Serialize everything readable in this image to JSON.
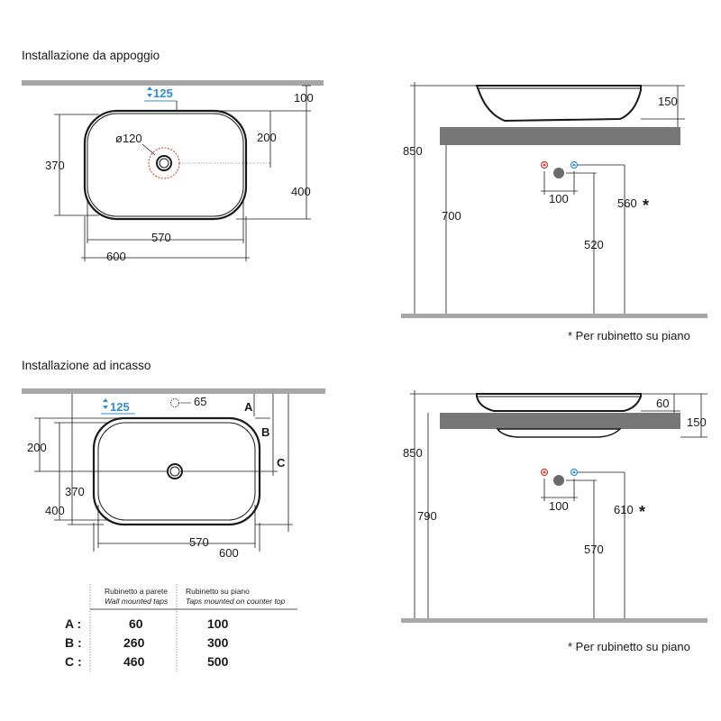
{
  "sections": {
    "top_title": "Installazione da appoggio",
    "bottom_title": "Installazione ad incasso"
  },
  "top_plan": {
    "tap_label": "125",
    "hole_label": "ø120",
    "d100": "100",
    "d200": "200",
    "d370": "370",
    "d400": "400",
    "d570": "570",
    "d600": "600"
  },
  "top_side": {
    "d850": "850",
    "d150": "150",
    "d700": "700",
    "d100": "100",
    "d560": "560",
    "d520": "520",
    "star": "*",
    "note": "* Per rubinetto su piano"
  },
  "bottom_plan": {
    "tap_label": "125",
    "d65": "65",
    "A": "A",
    "B": "B",
    "C": "C",
    "d200": "200",
    "d370": "370",
    "d400": "400",
    "d570": "570",
    "d600": "600"
  },
  "bottom_side": {
    "d850": "850",
    "d60": "60",
    "d150": "150",
    "d790": "790",
    "d100": "100",
    "d610": "610",
    "d570": "570",
    "star": "*",
    "note": "* Per rubinetto su piano"
  },
  "table": {
    "col1_title": "Rubinetto a parete",
    "col1_sub": "Wall mounted taps",
    "col2_title": "Rubinetto su piano",
    "col2_sub": "Taps mounted on counter top",
    "rows": [
      {
        "label": "A :",
        "wall": "60",
        "counter": "100"
      },
      {
        "label": "B :",
        "wall": "260",
        "counter": "300"
      },
      {
        "label": "C :",
        "wall": "460",
        "counter": "500"
      }
    ]
  },
  "colors": {
    "line": "#1a1a1a",
    "bar": "#a7a7a7",
    "counter": "#777777",
    "tap_blue": "#2f8fcf",
    "tap_red": "#d9342b",
    "hole_red": "#d9342b"
  }
}
